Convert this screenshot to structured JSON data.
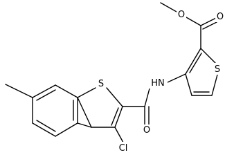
{
  "structure": {
    "atoms": {
      "ester_o_methyl": "O",
      "ester_o_carbonyl": "O",
      "thiophene_s": "S",
      "amide_n": "HN",
      "amide_o": "O",
      "benzothiophene_s": "S",
      "chlorine": "Cl"
    },
    "colors": {
      "bond": "#000000",
      "label": "#000000",
      "background": "#ffffff"
    }
  }
}
